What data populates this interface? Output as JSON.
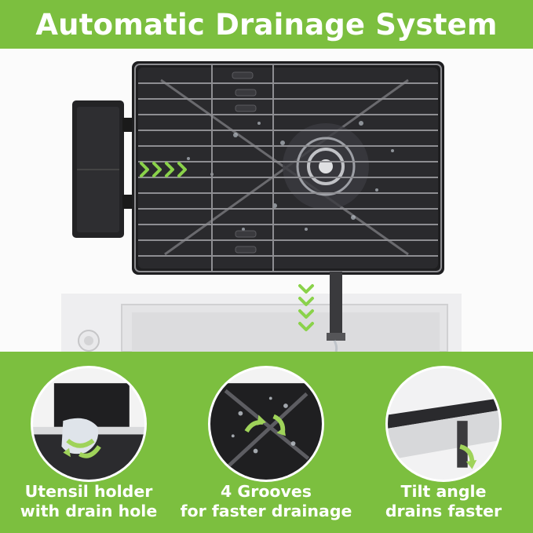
{
  "header": {
    "title": "Automatic Drainage System"
  },
  "features": [
    {
      "line1": "Utensil holder",
      "line2": "with drain hole",
      "icon": "utensil-holder-drain-icon"
    },
    {
      "line1": "4 Grooves",
      "line2": "for faster drainage",
      "icon": "grooves-icon"
    },
    {
      "line1": "Tilt angle",
      "line2": "drains faster",
      "icon": "tilt-angle-icon"
    }
  ],
  "colors": {
    "accent": "#7cbf3f",
    "tray": "#1e1e20",
    "arrow": "#8ad24a"
  }
}
